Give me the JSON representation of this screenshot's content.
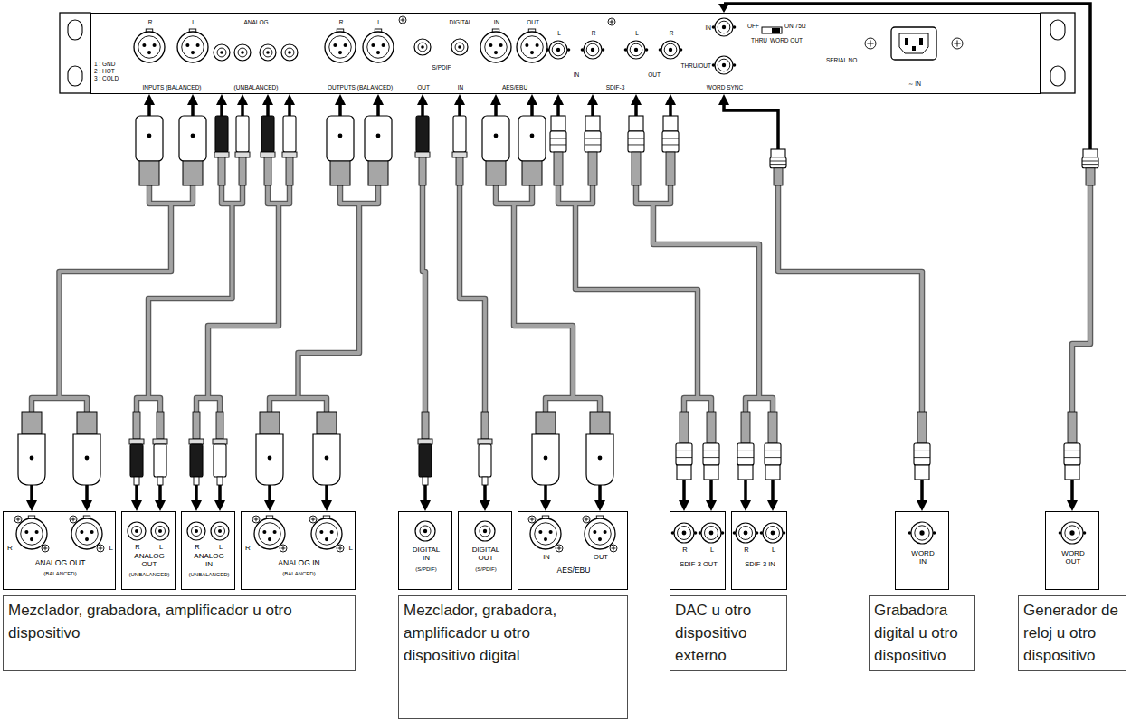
{
  "diagram": {
    "nodes": [
      {
        "text": [
          "R",
          "L",
          "ANALOG",
          "1 : GND",
          "2 : HOT",
          "3 : COLD",
          "INPUTS (BALANCED)",
          "(UNBALANCED)",
          "R",
          "L",
          "OUTPUTS (BALANCED)",
          "DIGITAL",
          "S/PDIF",
          "OUT",
          "IN",
          "IN",
          "OUT",
          "AES/EBU",
          "L",
          "R",
          "L",
          "R",
          "IN",
          "OUT",
          "SDIF-3",
          "IN",
          "THRU/OUT",
          "WORD SYNC",
          "OFF",
          "ON 75Ω",
          "THRU",
          "WORD OUT",
          "SERIAL NO.",
          "∼ IN"
        ]
      },
      {
        "text": [
          "R",
          "L",
          "ANALOG OUT",
          "(BALANCED)"
        ]
      },
      {
        "text": [
          "R",
          "L",
          "ANALOG OUT",
          "(UNBALANCED)"
        ]
      },
      {
        "text": [
          "R",
          "L",
          "ANALOG IN",
          "(UNBALANCED)"
        ]
      },
      {
        "text": [
          "R",
          "L",
          "ANALOG IN",
          "(BALANCED)"
        ]
      },
      {
        "text": [
          "DIGITAL IN",
          "(S/PDIF)"
        ]
      },
      {
        "text": [
          "DIGITAL OUT",
          "(S/PDIF)"
        ]
      },
      {
        "text": [
          "IN",
          "OUT",
          "AES/EBU"
        ]
      },
      {
        "text": [
          "R",
          "L",
          "SDIF-3 OUT"
        ]
      },
      {
        "text": [
          "R",
          "L",
          "SDIF-3 IN"
        ]
      },
      {
        "text": [
          "WORD IN"
        ]
      },
      {
        "text": [
          "WORD OUT"
        ]
      },
      {
        "text": [
          "Mezclador, grabadora, amplificador u otro dispositivo"
        ]
      },
      {
        "text": [
          "Mezclador, grabadora, amplificador u otro dispositivo digital"
        ]
      },
      {
        "text": [
          "DAC u otro dispositivo externo"
        ]
      },
      {
        "text": [
          "Grabadora digital u otro dispositivo"
        ]
      },
      {
        "text": [
          "Generador de reloj u otro dispositivo"
        ]
      }
    ],
    "edges": [
      {
        "from": 1,
        "to": 0,
        "arrow": "both"
      },
      {
        "from": 2,
        "to": 0,
        "arrow": "both"
      },
      {
        "from": 3,
        "to": 0,
        "arrow": "both"
      },
      {
        "from": 4,
        "to": 0,
        "arrow": "both"
      },
      {
        "from": 5,
        "to": 0,
        "arrow": "both"
      },
      {
        "from": 6,
        "to": 0,
        "arrow": "both"
      },
      {
        "from": 7,
        "to": 0,
        "arrow": "both"
      },
      {
        "from": 8,
        "to": 0,
        "arrow": "both"
      },
      {
        "from": 9,
        "to": 0,
        "arrow": "both"
      },
      {
        "from": 10,
        "to": 0,
        "arrow": "both"
      },
      {
        "from": 11,
        "to": 0,
        "arrow": "both"
      }
    ]
  }
}
